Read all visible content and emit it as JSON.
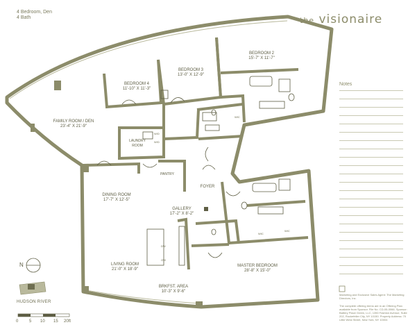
{
  "header": {
    "unit_line1": "4 Bedroom, Den",
    "unit_line2": "4 Bath"
  },
  "brand": {
    "prefix": "the",
    "name": "visionaire"
  },
  "notes": {
    "title": "Notes"
  },
  "rooms": [
    {
      "id": "family",
      "name": "FAMILY ROOM / DEN",
      "dims": "23'-4\" X 21'-9\""
    },
    {
      "id": "bed4",
      "name": "BEDROOM 4",
      "dims": "11'-10\" X 11'-3\""
    },
    {
      "id": "bed3",
      "name": "BEDROOM 3",
      "dims": "13'-0\" X 12'-9\""
    },
    {
      "id": "bed2",
      "name": "BEDROOM 2",
      "dims": "15'-7\" X 11'-7\""
    },
    {
      "id": "laundry",
      "name": "LAUNDRY ROOM",
      "dims": ""
    },
    {
      "id": "pantry",
      "name": "PANTRY",
      "dims": ""
    },
    {
      "id": "foyer",
      "name": "FOYER",
      "dims": ""
    },
    {
      "id": "dining",
      "name": "DINING ROOM",
      "dims": "17'-7\" X 12'-5\""
    },
    {
      "id": "gallery",
      "name": "GALLERY",
      "dims": "17'-2\" X 8'-2\""
    },
    {
      "id": "living",
      "name": "LIVING ROOM",
      "dims": "21'-0\" X 18'-9\""
    },
    {
      "id": "brkfst",
      "name": "BRKFST. AREA",
      "dims": "10'-3\" X 9'-6\""
    },
    {
      "id": "master",
      "name": "MASTER BEDROOM",
      "dims": "28'-8\" X 15'-0\""
    }
  ],
  "fixtures": {
    "wic": "WIC",
    "wd": "W/D",
    "dw": "DW",
    "ow": "OW"
  },
  "compass": {
    "north": "N"
  },
  "location": {
    "river": "HUDSON RIVER"
  },
  "scale": {
    "ticks": [
      "0",
      "5",
      "10",
      "15",
      "20ft"
    ]
  },
  "disclaimer": {
    "agent": "Marketing and Exclusive Sales Agent: The Marketing Directors, Inc.",
    "legal": "The complete offering terms are in an Offering Plan available from Sponsor. File No. CD-05-0066. Sponsor: Battery Place Green, LLC, 1350 Fashion Avenue, Suite 202, Rockefeller City, NY 10150. Property Address: 70 Little West Street, New York, NY 10004"
  },
  "colors": {
    "wall": "#8c8c6a",
    "wall_dark": "#6e6e50",
    "line": "#5e5e44",
    "accent": "#b9b99c"
  }
}
